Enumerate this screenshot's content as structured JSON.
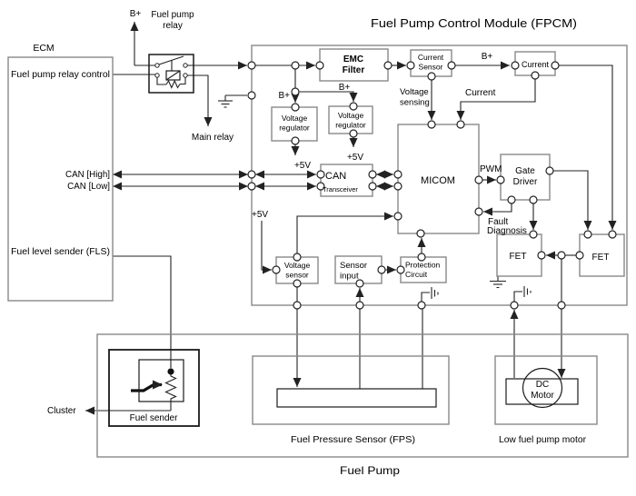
{
  "title": "Fuel Pump Control Module (FPCM)",
  "colors": {
    "wire": "#222222",
    "box_border": "#888888",
    "text": "#000000",
    "background": "#ffffff"
  },
  "ecm": {
    "label": "ECM",
    "pin_relay_control": "Fuel pump relay control",
    "pin_can_high": "CAN [High]",
    "pin_can_low": "CAN [Low]",
    "pin_fls": "Fuel level sender (FLS)"
  },
  "relay": {
    "name_line1": "Fuel pump",
    "name_line2": "relay"
  },
  "power": {
    "b_plus": "B+",
    "plus_5v": "+5V",
    "main_relay": "Main relay"
  },
  "signals": {
    "voltage_sensing_line1": "Voltage",
    "voltage_sensing_line2": "sensing",
    "current": "Current",
    "pwm": "PWM",
    "fault_line1": "Fault",
    "fault_line2": "Diagnosis",
    "cluster": "Cluster"
  },
  "blocks": {
    "emc_line1": "EMC",
    "emc_line2": "Filter",
    "current_sensor_line1": "Current",
    "current_sensor_line2": "Sensor",
    "current_block": "Current",
    "vreg_line1": "Voltage",
    "vreg_line2": "regulator",
    "can": "CAN",
    "transceiver": "Transceiver",
    "micom": "MICOM",
    "gate_line1": "Gate",
    "gate_line2": "Driver",
    "fet": "FET",
    "voltage_sensor_line1": "Voltage",
    "voltage_sensor_line2": "sensor",
    "sensor_input_line1": "Sensor",
    "sensor_input_line2": "input",
    "protection_line1": "Protection",
    "protection_line2": "Circuit"
  },
  "fuel_pump": {
    "label": "Fuel Pump",
    "fuel_sender": "Fuel sender",
    "fps": "Fuel Pressure Sensor (FPS)",
    "low_motor": "Low fuel pump motor",
    "dc_line1": "DC",
    "dc_line2": "Motor"
  }
}
